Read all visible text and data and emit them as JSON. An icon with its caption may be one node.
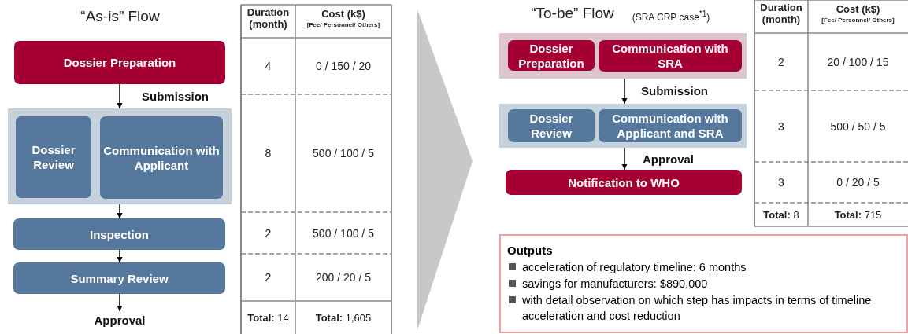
{
  "diagram": {
    "nodes": [
      {
        "text": [
          "Dossier Preparation"
        ]
      },
      {
        "text": [],
        "shape": "box"
      },
      {
        "text": [
          "Dossier Review"
        ],
        "in": 1
      },
      {
        "text": [
          "Communication with Applicant"
        ],
        "in": 1
      },
      {
        "text": [
          "Inspection"
        ]
      },
      {
        "text": [
          "Summary Review"
        ]
      },
      {
        "text": [
          "Approval"
        ]
      },
      {
        "text": [],
        "shape": "box"
      },
      {
        "text": [
          "Dossier Preparation"
        ],
        "in": 7
      },
      {
        "text": [
          "Communication with SRA"
        ],
        "in": 7
      },
      {
        "text": [],
        "shape": "box"
      },
      {
        "text": [
          "Dossier Review"
        ],
        "in": 10
      },
      {
        "text": [
          "Communication with Applicant and SRA"
        ],
        "in": 10
      },
      {
        "text": [
          "Notification to WHO"
        ]
      },
      {
        "text": [
          "Outputs",
          "acceleration of regulatory timeline: 6 months",
          "savings for manufacturers: $890,000",
          "with detail observation on which step has impacts in terms of timeline acceleration and cost reduction"
        ]
      }
    ],
    "edges": [
      {
        "from": 0,
        "to": 1,
        "arrow": "to",
        "label": "Submission"
      },
      {
        "from": 1,
        "to": 4,
        "arrow": "to"
      },
      {
        "from": 4,
        "to": 5,
        "arrow": "to"
      },
      {
        "from": 5,
        "to": 6,
        "arrow": "to"
      },
      {
        "from": 7,
        "to": 10,
        "arrow": "to",
        "label": "Submission"
      },
      {
        "from": 10,
        "to": 13,
        "arrow": "to",
        "label": "Approval"
      }
    ],
    "labels": [
      "“As-is” Flow",
      "Duration (month)",
      "Cost (k$)",
      "[Fee/ Personnel/ Others]",
      "4",
      "0 / 150 / 20",
      "8",
      "500 / 100 / 5",
      "2",
      "500 / 100 / 5",
      "2",
      "200 / 20 / 5",
      "**Total:** 14",
      "**Total:** 1,605",
      "“To-be” Flow",
      "(SRA CRP case$^{*1}$)",
      "Duration (month)",
      "Cost (k$)",
      "[Fee/ Personnel/ Others]",
      "2",
      "20 / 100 / 15",
      "3",
      "500 / 50 / 5",
      "3",
      "0 / 20 / 5",
      "**Total:** 8",
      "**Total:** 715"
    ]
  }
}
